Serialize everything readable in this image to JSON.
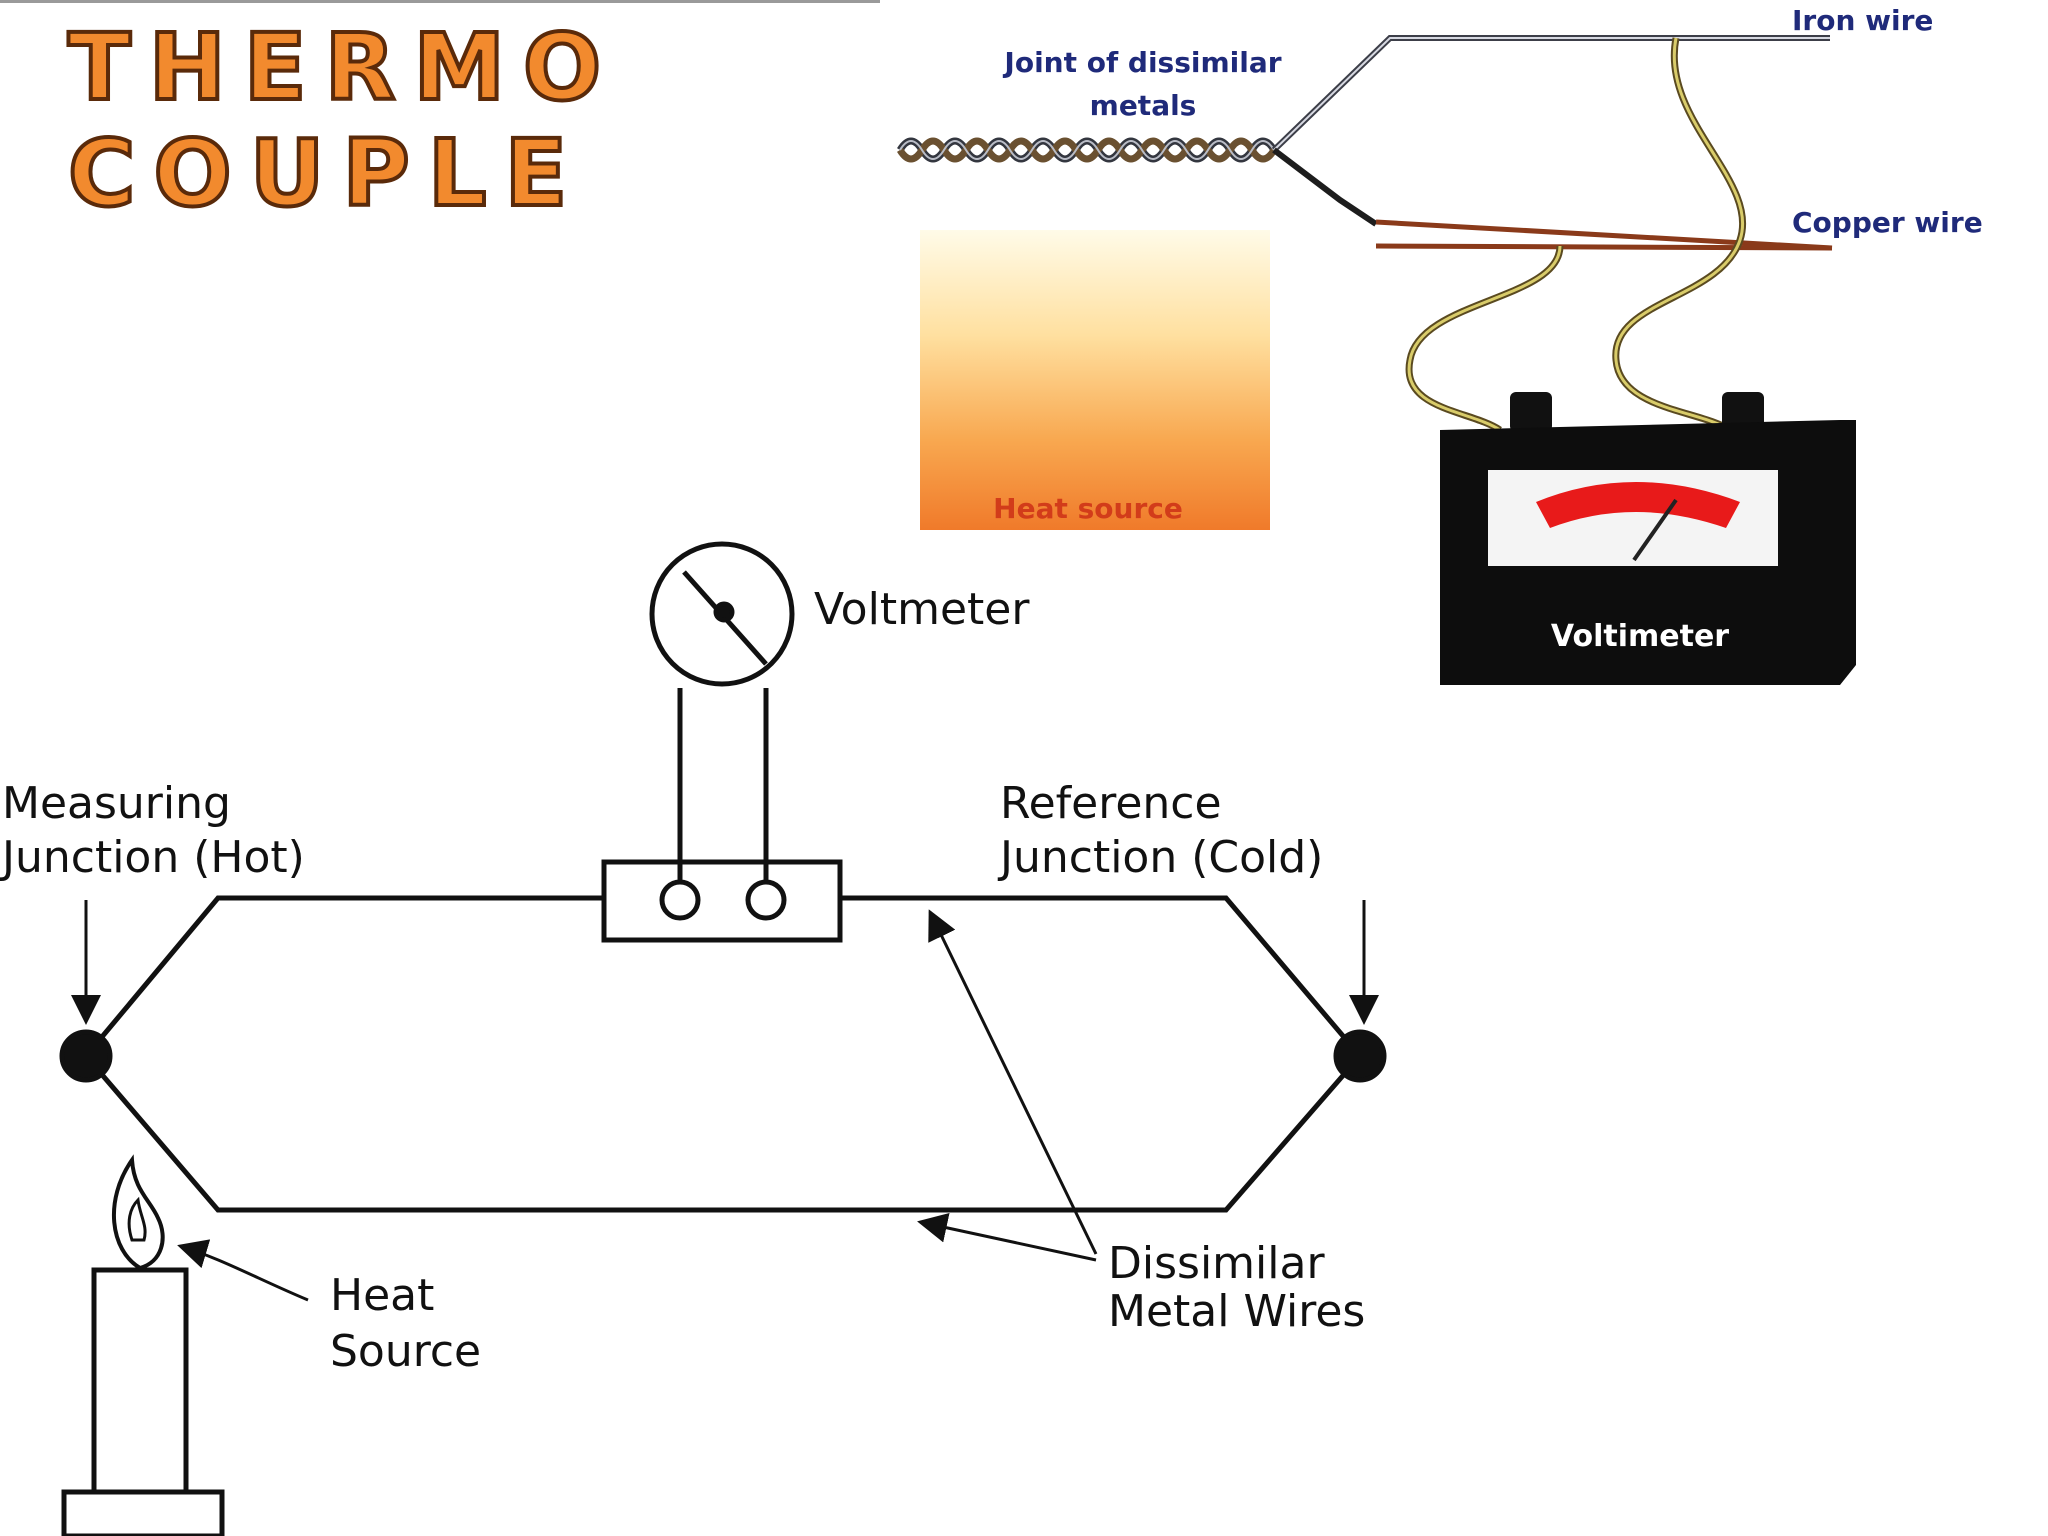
{
  "title": {
    "line1": "THERMO",
    "line2": "COUPLE"
  },
  "top_diagram": {
    "joint_label_line1": "Joint of dissimilar",
    "joint_label_line2": "metals",
    "iron_wire_label": "Iron wire",
    "copper_wire_label": "Copper wire",
    "heat_source_label": "Heat source",
    "voltimeter_label": "Voltimeter"
  },
  "bottom_diagram": {
    "voltmeter_label": "Voltmeter",
    "measuring_junction_line1": "Measuring",
    "measuring_junction_line2": "Junction  (Hot)",
    "reference_junction_line1": "Reference",
    "reference_junction_line2": "Junction  (Cold)",
    "dissimilar_wires_line1": "Dissimilar",
    "dissimilar_wires_line2": "Metal  Wires",
    "heat_source_line1": "Heat",
    "heat_source_line2": "Source"
  },
  "colors": {
    "title_fill": "#f28a2e",
    "title_outline": "#5a2a0a",
    "label_blue": "#1f2a7a",
    "heat_label": "#d23c1a",
    "copper_wire": "#8a3a1a",
    "lead_wire": "#c8b84a",
    "meter_arc": "#e81a1a"
  }
}
